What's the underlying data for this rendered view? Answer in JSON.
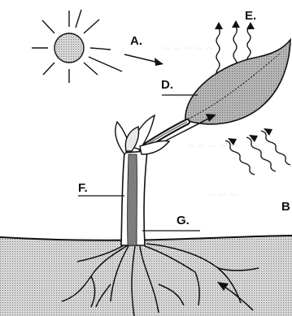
{
  "diagram": {
    "labels": {
      "a": "A.",
      "b": "B",
      "d": "D.",
      "e": "E.",
      "f": "F.",
      "g": "G."
    },
    "colors": {
      "ink": "#111111",
      "leaf": "#b9b9b9",
      "stem_core": "#7d7d7d",
      "soil": "#d0d0d0"
    }
  }
}
